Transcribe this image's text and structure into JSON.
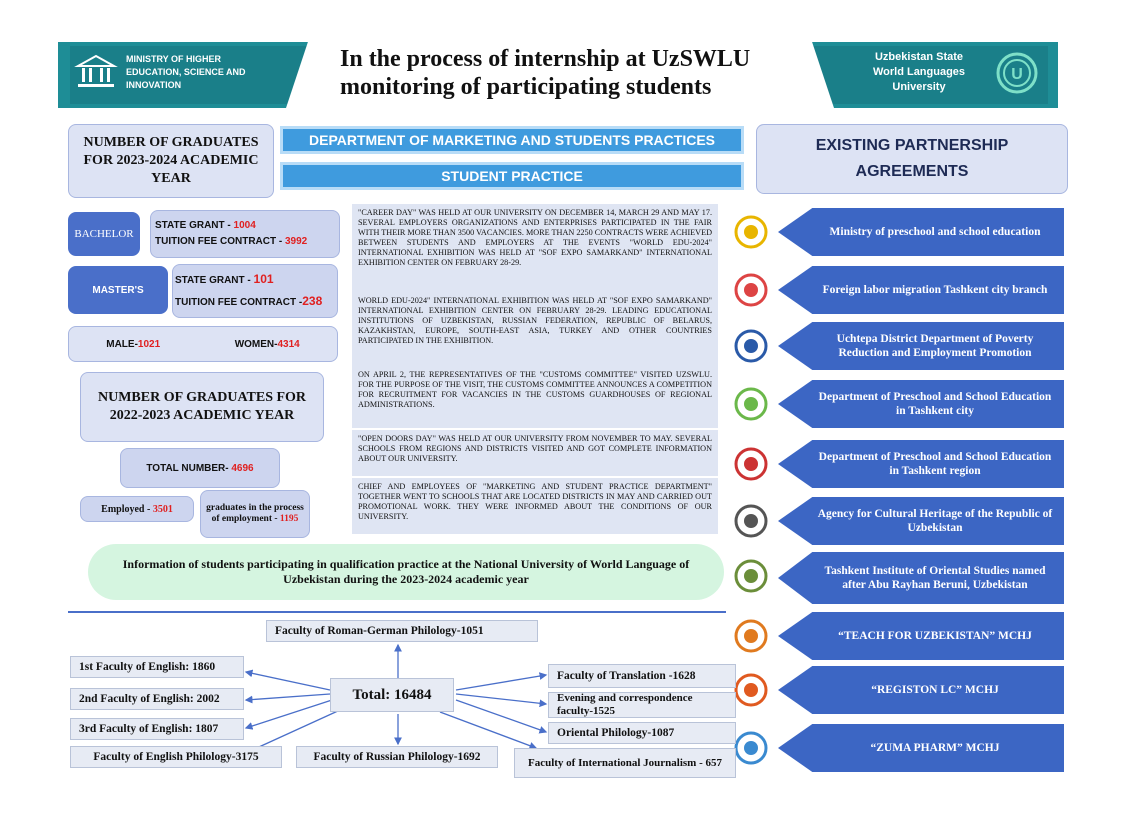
{
  "header": {
    "ministry": "MINISTRY OF HIGHER EDUCATION, SCIENCE AND INNOVATION",
    "title_line1": "In the process of internship at UzSWLU",
    "title_line2": "monitoring of participating students",
    "university": "Uzbekistan State World Languages University"
  },
  "grads_2024": {
    "title": "NUMBER OF GRADUATES FOR 2023-2024 ACADEMIC YEAR",
    "bachelor_label": "BACHELOR",
    "state_grant_label": "STATE GRANT - ",
    "bachelor_state_grant": "1004",
    "tuition_label": "TUITION FEE CONTRACT - ",
    "bachelor_tuition": "3992",
    "master_label": "MASTER'S",
    "master_state_label": "STATE GRANT - ",
    "master_state_grant": "101",
    "master_tuition_label": "TUITION FEE CONTRACT -",
    "master_tuition": "238",
    "male_label": "MALE-",
    "male": "1021",
    "women_label": "WOMEN-",
    "women": "4314"
  },
  "grads_2023": {
    "title": "NUMBER OF GRADUATES FOR 2022-2023 ACADEMIC YEAR",
    "total_label": "TOTAL NUMBER- ",
    "total": "4696",
    "employed_label": "Employed - ",
    "employed": "3501",
    "process_label": "graduates in the process of employment - ",
    "process": "1195"
  },
  "department": {
    "title": "DEPARTMENT OF MARKETING AND STUDENTS PRACTICES",
    "subtitle": "STUDENT PRACTICE"
  },
  "news": [
    "\"CAREER DAY\" WAS HELD AT OUR UNIVERSITY ON DECEMBER 14, MARCH 29 AND MAY 17. SEVERAL EMPLOYERS ORGANIZATIONS AND ENTERPRISES PARTICIPATED IN THE FAIR WITH THEIR MORE THAN 3500 VACANCIES. MORE THAN 2250 CONTRACTS WERE ACHIEVED BETWEEN STUDENTS AND EMPLOYERS AT THE EVENTS \"WORLD EDU-2024\" INTERNATIONAL EXHIBITION WAS HELD AT \"SOF EXPO SAMARKAND\" INTERNATIONAL EXHIBITION CENTER ON FEBRUARY 28-29.",
    "WORLD EDU-2024\" INTERNATIONAL EXHIBITION WAS HELD AT \"SOF EXPO SAMARKAND\" INTERNATIONAL EXHIBITION CENTER ON FEBRUARY 28-29. LEADING EDUCATIONAL INSTITUTIONS OF UZBEKISTAN, RUSSIAN FEDERATION, REPUBLIC OF BELARUS, KAZAKHSTAN, EUROPE, SOUTH-EAST ASIA, TURKEY AND OTHER COUNTRIES PARTICIPATED IN THE EXHIBITION.",
    "ON APRIL 2, THE REPRESENTATIVES OF THE \"CUSTOMS COMMITTEE\" VISITED UzSWLU. FOR THE PURPOSE OF THE VISIT, THE CUSTOMS COMMITTEE ANNOUNCES A COMPETITION FOR RECRUITMENT FOR VACANCIES IN THE CUSTOMS GUARDHOUSES OF REGIONAL ADMINISTRATIONS.",
    "\"OPEN DOORS DAY\" WAS HELD AT OUR UNIVERSITY FROM NOVEMBER TO MAY. SEVERAL SCHOOLS FROM REGIONS AND DISTRICTS VISITED AND GOT COMPLETE INFORMATION ABOUT OUR UNIVERSITY.",
    "CHIEF AND EMPLOYEES OF \"MARKETING AND STUDENT PRACTICE DEPARTMENT\" TOGETHER WENT TO SCHOOLS THAT ARE LOCATED DISTRICTS IN MAY AND CARRIED OUT PROMOTIONAL WORK. THEY WERE INFORMED ABOUT THE CONDITIONS OF OUR UNIVERSITY."
  ],
  "partnerships": {
    "title": "EXISTING PARTNERSHIP AGREEMENTS",
    "items": [
      "Ministry of preschool and school education",
      "Foreign labor migration Tashkent city branch",
      "Uchtepa District Department of Poverty Reduction and Employment Promotion",
      "Department of Preschool and School Education in Tashkent city",
      "Department of Preschool and School Education in Tashkent region",
      "Agency for Cultural Heritage of the Republic of Uzbekistan",
      "Tashkent Institute of Oriental Studies named after Abu Rayhan Beruni, Uzbekistan",
      "“TEACH FOR UZBEKISTAN” MCHJ",
      "“REGISTON LC” MCHJ",
      "“ZUMA PHARM” MCHJ"
    ],
    "icon_names": [
      "book-shield-icon",
      "migration-logo-icon",
      "seal-icon",
      "hands-tree-icon",
      "children-circle-icon",
      "building-icon",
      "institute-logo-icon",
      "teach-logo-icon",
      "people-circle-icon",
      "zuma-logo-icon"
    ]
  },
  "qualification": {
    "banner": "Information of students participating in qualification practice at the National University of World Language of Uzbekistan during the 2023-2024 academic year",
    "total": "Total: 16484",
    "faculties": {
      "roman_german": "Faculty of Roman-German Philology-1051",
      "english1": "1st Faculty of English: 1860",
      "english2": "2nd Faculty of English: 2002",
      "english3": "3rd Faculty of English: 1807",
      "english_phil": "Faculty of English Philology-3175",
      "russian": "Faculty of Russian Philology-1692",
      "translation": "Faculty of Translation -1628",
      "evening": "Evening and correspondence faculty-1525",
      "oriental": "Oriental Philology-1087",
      "journalism": "Faculty of International Journalism - 657"
    }
  }
}
